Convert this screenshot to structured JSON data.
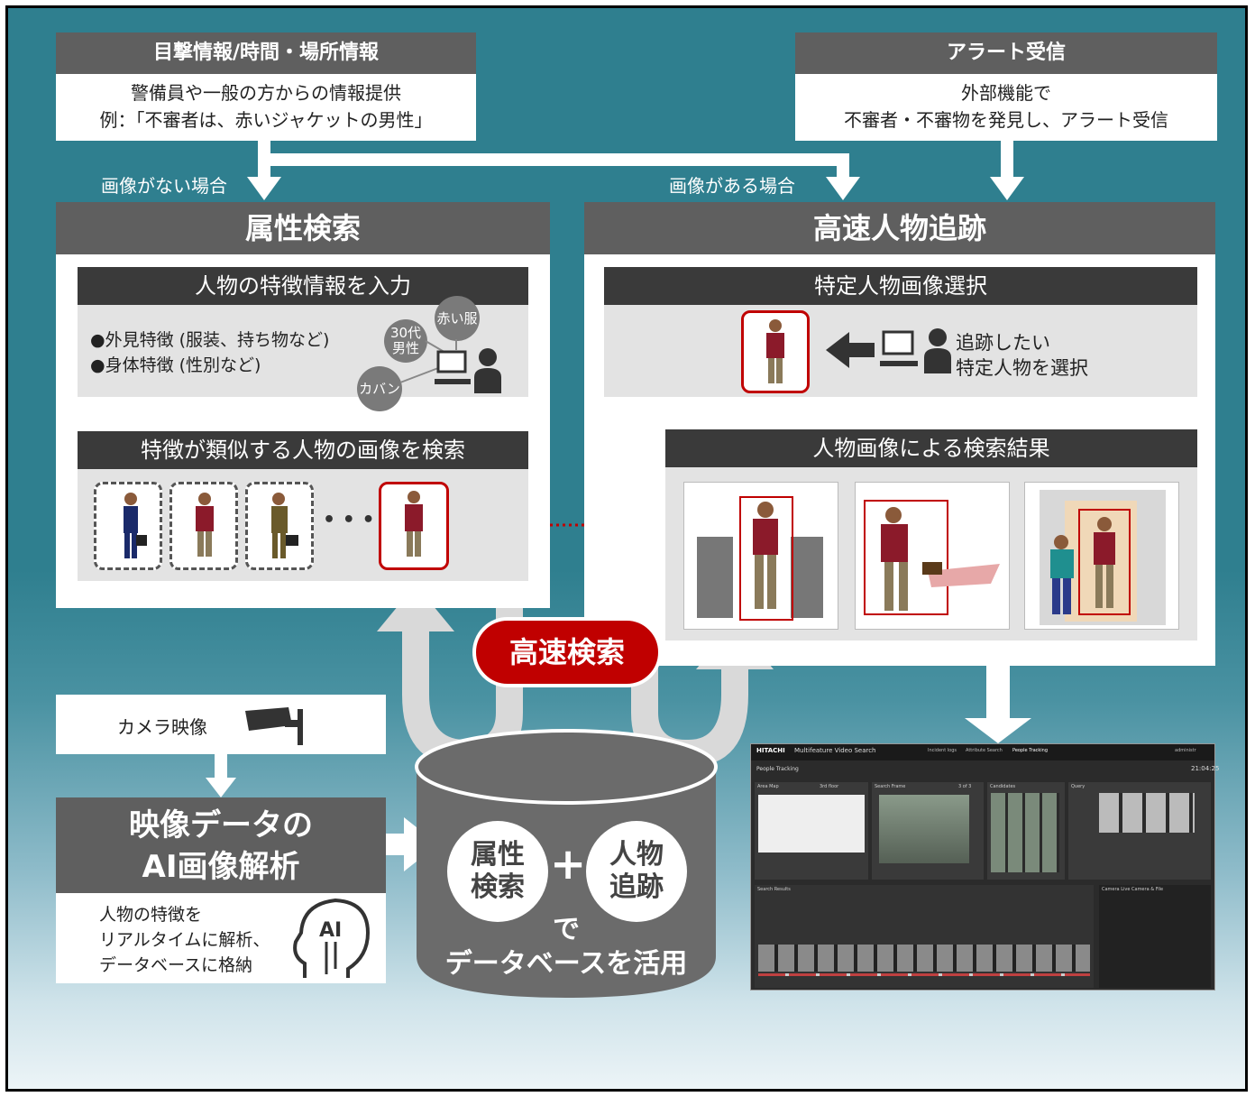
{
  "witness": {
    "title": "目撃情報/時間・場所情報",
    "line1": "警備員や一般の方からの情報提供",
    "line2": "例：「不審者は、赤いジャケットの男性」"
  },
  "alert": {
    "title": "アラート受信",
    "line1": "外部機能で",
    "line2": "不審者・不審物を発見し、アラート受信"
  },
  "branch": {
    "no_image": "画像がない場合",
    "with_image": "画像がある場合"
  },
  "attribute_search": {
    "title": "属性検索",
    "input_header": "人物の特徴情報を入力",
    "bullet1": "●外見特徴 (服装、持ち物など)",
    "bullet2": "●身体特徴 (性別など)",
    "tag_age_line1": "30代",
    "tag_age_line2": "男性",
    "tag_red": "赤い服",
    "tag_bag": "カバン",
    "similar_header": "特徴が類似する人物の画像を検索",
    "ellipsis": "• • •"
  },
  "tracking": {
    "title": "高速人物追跡",
    "select_header": "特定人物画像選択",
    "select_line1": "追跡したい",
    "select_line2": "特定人物を選択",
    "results_header": "人物画像による検索結果"
  },
  "fast_search": "高速検索",
  "camera": {
    "label": "カメラ映像"
  },
  "analysis": {
    "title_line1": "映像データの",
    "title_line2": "AI画像解析",
    "desc_line1": "人物の特徴を",
    "desc_line2": "リアルタイムに解析、",
    "desc_line3": "データベースに格納",
    "ai_badge": "AI"
  },
  "database": {
    "left_line1": "属性",
    "left_line2": "検索",
    "plus": "+",
    "right_line1": "人物",
    "right_line2": "追跡",
    "caption_line1": "で",
    "caption_line2": "データベースを活用"
  },
  "app_window": {
    "brand": "HITACHI",
    "app_title": "Multifeature Video Search",
    "tabs": [
      "Incident logs",
      "Attribute Search",
      "People Tracking"
    ],
    "user": "administr",
    "section": "People Tracking",
    "area_map": "Area Map",
    "floor": "3rd floor",
    "search_frame": "Search Frame",
    "candidates": "Candidates",
    "query": "Query",
    "search_results": "Search Results",
    "camera_panel": "Camera Live Camera & File",
    "clock": "21:04:25",
    "status_counts": "3 of 3"
  },
  "colors": {
    "accent_red": "#c00000",
    "header_grey": "#5f5f5f",
    "dark_header": "#3a3a3a",
    "panel_grey": "#e3e3e3",
    "bg_teal": "#2f7f8f"
  }
}
